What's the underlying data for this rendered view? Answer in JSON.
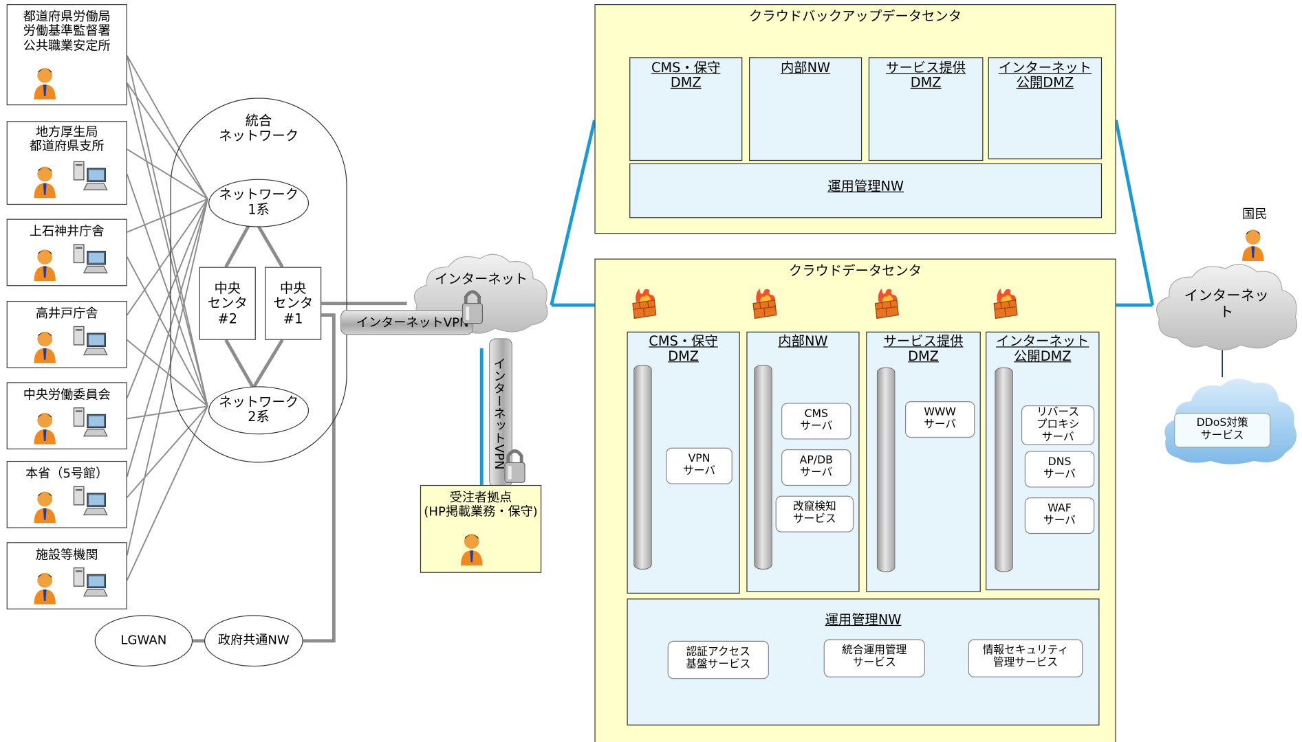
{
  "sites": [
    {
      "label": "都道府県労働局\n労働基準監督署\n公共職業安定所",
      "has_pc": false
    },
    {
      "label": "地方厚生局\n都道府県支所",
      "has_pc": true
    },
    {
      "label": "上石神井庁舎",
      "has_pc": true
    },
    {
      "label": "高井戸庁舎",
      "has_pc": true
    },
    {
      "label": "中央労働委員会",
      "has_pc": true
    },
    {
      "label": "本省（5号館）",
      "has_pc": true
    },
    {
      "label": "施設等機関",
      "has_pc": true
    }
  ],
  "network": {
    "title": "統合\nネットワーク",
    "net1": "ネットワーク\n1系",
    "net2": "ネットワーク\n2系",
    "center2": "中央\nセンタ\n#2",
    "center1": "中央\nセンタ\n#1"
  },
  "lgwan": "LGWAN",
  "gov_nw": "政府共通NW",
  "internet_left": "インターネット",
  "vpn_h": "インターネットVPN",
  "vpn_v": "インターネットVPN",
  "contractor": {
    "title": "受注者拠点\n(HP掲載業務・保守)"
  },
  "backup_dc": {
    "title": "クラウドバックアップデータセンタ",
    "zones": [
      "CMS・保守\nDMZ",
      "内部NW",
      "サービス提供\nDMZ",
      "インターネット\n公開DMZ"
    ],
    "ops": "運用管理NW"
  },
  "cloud_dc": {
    "title": "クラウドデータセンタ",
    "zones": [
      "CMS・保守\nDMZ",
      "内部NW",
      "サービス提供\nDMZ",
      "インターネット\n公開DMZ"
    ],
    "servers": {
      "cms_dmz": [
        "VPN\nサーバ"
      ],
      "internal": [
        "CMS\nサーバ",
        "AP/DB\nサーバ",
        "改竄検知\nサービス"
      ],
      "service": [
        "WWW\nサーバ"
      ],
      "public": [
        "リバース\nプロキシ\nサーバ",
        "DNS\nサーバ",
        "WAF\nサーバ"
      ]
    },
    "ops": "運用管理NW",
    "ops_services": [
      "認証アクセス\n基盤サービス",
      "統合運用管理\nサービス",
      "情報セキュリティ\n管理サービス"
    ]
  },
  "citizen": "国民",
  "internet_right": "インターネッ\nト",
  "ddos": "DDoS対策\nサービス",
  "colors": {
    "dc_fill": "#ffffcc",
    "zone_fill": "#e6f4fb",
    "link_blue": "#1a9ad6",
    "backbone": "#1f3a6e"
  },
  "icons": [
    "person-icon",
    "pc-icon",
    "firewall-icon",
    "lock-icon",
    "cloud-icon"
  ]
}
